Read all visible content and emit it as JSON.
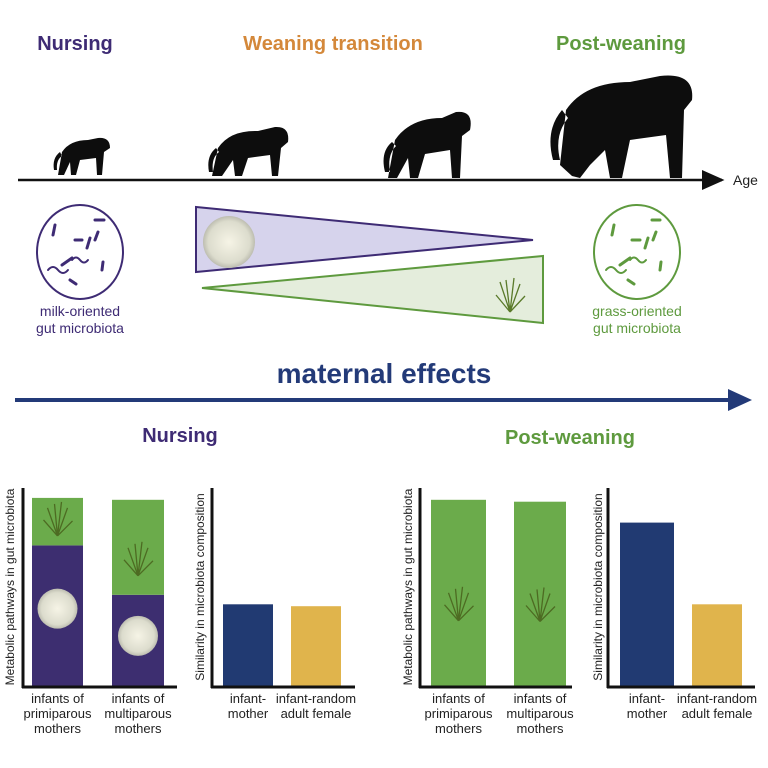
{
  "top": {
    "stage_nursing": "Nursing",
    "stage_weaning": "Weaning transition",
    "stage_postweaning": "Post-weaning",
    "axis_label": "Age",
    "left_microbiota": [
      "milk-oriented",
      "gut microbiota"
    ],
    "right_microbiota": [
      "grass-oriented",
      "gut microbiota"
    ]
  },
  "middle": {
    "label": "maternal effects"
  },
  "bottom": {
    "nursing_title": "Nursing",
    "postweaning_title": "Post-weaning",
    "metabolic_ylabel": "Metabolic pathways in gut microbiota",
    "similarity_ylabel": "Similarity in microbiota composition",
    "metabolic_categories": [
      [
        "infants of",
        "primiparous",
        "mothers"
      ],
      [
        "infants of",
        "multiparous",
        "mothers"
      ]
    ],
    "similarity_categories": [
      [
        "infant-",
        "mother"
      ],
      [
        "infant-random",
        "adult female"
      ]
    ]
  },
  "colors": {
    "nursing": "#3e2b74",
    "weaning": "#d4883a",
    "postweaning": "#5e9a3e",
    "milk_bar": "#3d2e70",
    "grass_bar": "#6bab4b",
    "mother_bar": "#213a72",
    "random_bar": "#e0b44c",
    "maternal_arrow": "#233a78"
  },
  "chart_data": [
    {
      "type": "bar",
      "title": "Nursing",
      "ylabel": "Metabolic pathways in gut microbiota",
      "categories": [
        "infants of primiparous mothers",
        "infants of multiparous mothers"
      ],
      "series": [
        {
          "name": "milk",
          "values": [
            0.74,
            0.48
          ]
        },
        {
          "name": "grass",
          "values": [
            0.25,
            0.5
          ]
        }
      ],
      "ylim": [
        0,
        1
      ]
    },
    {
      "type": "bar",
      "title": "Nursing",
      "ylabel": "Similarity in microbiota composition",
      "categories": [
        "infant-mother",
        "infant-random adult female"
      ],
      "values": [
        0.43,
        0.42
      ],
      "ylim": [
        0,
        1
      ]
    },
    {
      "type": "bar",
      "title": "Post-weaning",
      "ylabel": "Metabolic pathways in gut microbiota",
      "categories": [
        "infants of primiparous mothers",
        "infants of multiparous mothers"
      ],
      "series": [
        {
          "name": "milk",
          "values": [
            0,
            0
          ]
        },
        {
          "name": "grass",
          "values": [
            0.98,
            0.97
          ]
        }
      ],
      "ylim": [
        0,
        1
      ]
    },
    {
      "type": "bar",
      "title": "Post-weaning",
      "ylabel": "Similarity in microbiota composition",
      "categories": [
        "infant-mother",
        "infant-random adult female"
      ],
      "values": [
        0.86,
        0.43
      ],
      "ylim": [
        0,
        1
      ]
    }
  ]
}
